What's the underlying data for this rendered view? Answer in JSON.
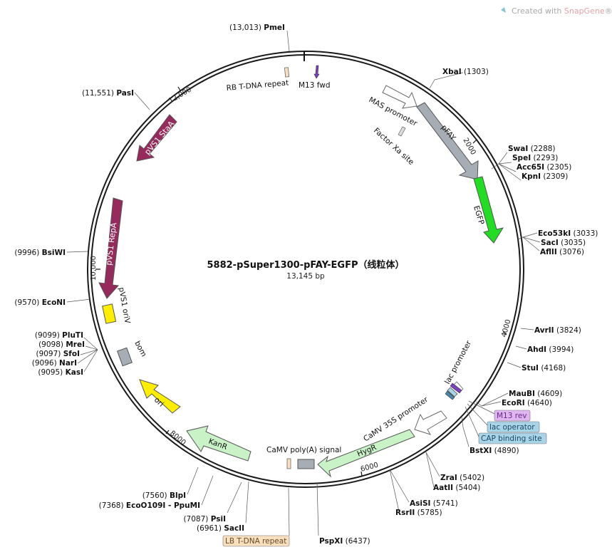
{
  "watermark": {
    "prefix": "Created with ",
    "brand": "SnapGene",
    "suffix": "®"
  },
  "plasmid": {
    "name": "5882-pSuper1300-pFAY-EGFP（线粒体）",
    "length": "13,145 bp"
  },
  "ruler_ticks": [
    {
      "label": "2000"
    },
    {
      "label": "4000"
    },
    {
      "label": "6000"
    },
    {
      "label": "8000"
    },
    {
      "label": "10,000"
    },
    {
      "label": "12,000"
    }
  ],
  "sites": [
    {
      "name": "PmeI",
      "pos": "(13,013)"
    },
    {
      "name": "XbaI",
      "pos": "(1303)"
    },
    {
      "name": "SwaI",
      "pos": "(2288)"
    },
    {
      "name": "SpeI",
      "pos": "(2293)"
    },
    {
      "name": "Acc65I",
      "pos": "(2305)"
    },
    {
      "name": "KpnI",
      "pos": "(2309)"
    },
    {
      "name": "Eco53kI",
      "pos": "(3033)"
    },
    {
      "name": "SacI",
      "pos": "(3035)"
    },
    {
      "name": "AflII",
      "pos": "(3076)"
    },
    {
      "name": "AvrII",
      "pos": "(3824)"
    },
    {
      "name": "AhdI",
      "pos": "(3994)"
    },
    {
      "name": "StuI",
      "pos": "(4168)"
    },
    {
      "name": "MauBI",
      "pos": "(4609)"
    },
    {
      "name": "EcoRI",
      "pos": "(4640)"
    },
    {
      "name": "BstXI",
      "pos": "(4890)"
    },
    {
      "name": "ZraI",
      "pos": "(5402)"
    },
    {
      "name": "AatII",
      "pos": "(5404)"
    },
    {
      "name": "AsiSI",
      "pos": "(5741)"
    },
    {
      "name": "RsrII",
      "pos": "(5785)"
    },
    {
      "name": "PspXI",
      "pos": "(6437)"
    },
    {
      "name": "SacII",
      "pos": "(6961)"
    },
    {
      "name": "PsiI",
      "pos": "(7087)"
    },
    {
      "name": "EcoO109I - PpuMI",
      "pos": "(7368)"
    },
    {
      "name": "BlpI",
      "pos": "(7560)"
    },
    {
      "name": "KasI",
      "pos": "(9095)"
    },
    {
      "name": "NarI",
      "pos": "(9096)"
    },
    {
      "name": "SfoI",
      "pos": "(9097)"
    },
    {
      "name": "MreI",
      "pos": "(9098)"
    },
    {
      "name": "PluTI",
      "pos": "(9099)"
    },
    {
      "name": "EcoNI",
      "pos": "(9570)"
    },
    {
      "name": "BsiWI",
      "pos": "(9996)"
    },
    {
      "name": "PasI",
      "pos": "(11,551)"
    }
  ],
  "features": {
    "rb_tdna": "RB T-DNA repeat",
    "m13_fwd": "M13 fwd",
    "mas_promoter": "MAS promoter",
    "factor_xa": "Factor Xa site",
    "pfay": "pFAY",
    "egfp": "EGFP",
    "lac_promoter": "lac promoter",
    "m13_rev": "M13 rev",
    "lac_operator": "lac operator",
    "cap_site": "CAP binding site",
    "camv35s": "CaMV 35S promoter",
    "hygr": "HygR",
    "camv_polya": "CaMV poly(A) signal",
    "lb_tdna": "LB T-DNA repeat",
    "kanr": "KanR",
    "ori": "ori",
    "bom": "bom",
    "pvs1_oriv": "pVS1 oriV",
    "pvs1_repa": "pVS1 RepA",
    "pvs1_staa": "pVS1 StaA"
  },
  "colors": {
    "backbone": "#1a1a1a",
    "pfay": "#a6adb4",
    "egfp": "#22dd22",
    "ori": "#ffee00",
    "pvs1": "#962a5c",
    "resistance": "#c9f2c7",
    "grey_box": "#a6adb4",
    "m13_purple": "#7b3fbf",
    "lb_box": "#f7dfc0",
    "lac_box": "#a9d4e8",
    "cap_box": "#a9d4e8",
    "m13rev_box": "#e0b6f0"
  }
}
